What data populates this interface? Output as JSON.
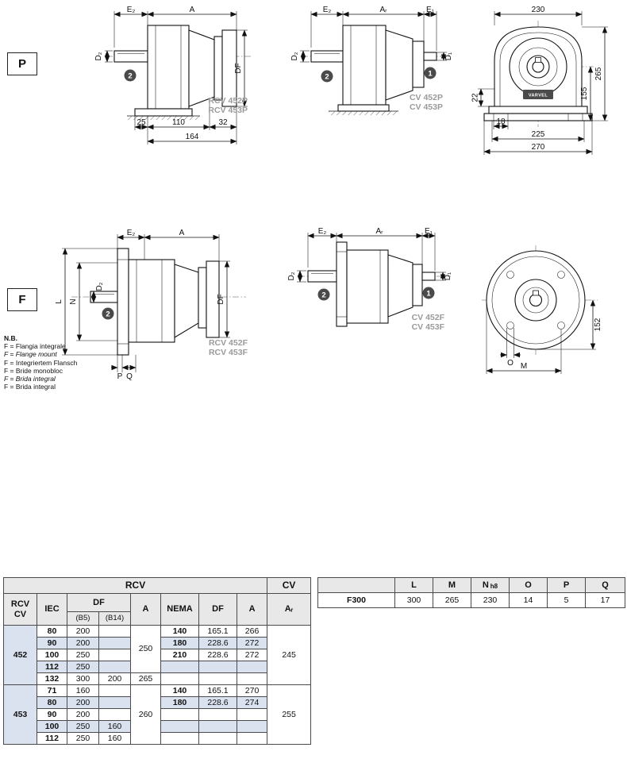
{
  "sections": {
    "p": {
      "label": "P",
      "rcv_side": {
        "dim_e2": "E₂",
        "dim_a": "A",
        "dim_d2": "D₂",
        "dim_df": "DF",
        "badge_output": "2",
        "models": [
          "RCV 452P",
          "RCV 453P"
        ],
        "dim_25": "25",
        "dim_110": "110",
        "dim_32": "32",
        "dim_164": "164"
      },
      "cv_side": {
        "dim_e2": "E₂",
        "dim_ar": "Aᵣ",
        "dim_e1": "E₁",
        "dim_d2": "D₂",
        "dim_d1": "D₁",
        "badge_output": "2",
        "badge_input": "1",
        "models": [
          "CV 452P",
          "CV 453P"
        ]
      },
      "front": {
        "dim_width": "230",
        "dim_height": "265",
        "dim_axis_height": "155",
        "dim_foot": "22",
        "dim_slot": "18",
        "dim_bolt_spacing": "225",
        "dim_base_width": "270",
        "logo": "VARVEL"
      }
    },
    "f": {
      "label": "F",
      "rcv_side": {
        "dim_e2": "E₂",
        "dim_a": "A",
        "dim_l": "L",
        "dim_n": "N",
        "dim_d2": "D₂",
        "dim_df": "DF",
        "dim_p": "P",
        "dim_q": "Q",
        "badge_output": "2",
        "models": [
          "RCV 452F",
          "RCV 453F"
        ]
      },
      "cv_side": {
        "dim_e2": "E₂",
        "dim_ar": "Aᵣ",
        "dim_e1": "E₁",
        "dim_d2": "D₂",
        "dim_d1": "D₁",
        "badge_output": "2",
        "badge_input": "1",
        "models": [
          "CV 452F",
          "CV 453F"
        ]
      },
      "front": {
        "dim_height": "152",
        "dim_o": "O",
        "dim_m": "M"
      },
      "notes": {
        "title": "N.B.",
        "lines": [
          "F = Flangia integrale",
          "F = Flange mount",
          "F = Integriertem Flansch",
          "F = Bride monobloc",
          "F = Brida integral",
          "F = Brida integral"
        ]
      }
    }
  },
  "main_table": {
    "headers": {
      "rcv": "RCV",
      "cv": "CV",
      "rcv_cv_line1": "RCV",
      "rcv_cv_line2": "CV",
      "iec": "IEC",
      "df": "DF",
      "b5": "(B5)",
      "b14": "(B14)",
      "a": "A",
      "nema": "NEMA",
      "nema_df": "DF",
      "nema_a": "A",
      "ar": "Aᵣ"
    },
    "groups": [
      {
        "name": "452",
        "a_shared": "250",
        "a_132": "265",
        "ar": "245",
        "rows": [
          {
            "iec": "80",
            "b5": "200",
            "b14": "",
            "nema": "140",
            "nema_df": "165.1",
            "nema_a": "266"
          },
          {
            "iec": "90",
            "b5": "200",
            "b14": "",
            "nema": "180",
            "nema_df": "228.6",
            "nema_a": "272"
          },
          {
            "iec": "100",
            "b5": "250",
            "b14": "",
            "nema": "210",
            "nema_df": "228.6",
            "nema_a": "272"
          },
          {
            "iec": "112",
            "b5": "250",
            "b14": "",
            "nema": "",
            "nema_df": "",
            "nema_a": ""
          },
          {
            "iec": "132",
            "b5": "300",
            "b14": "200",
            "nema": "",
            "nema_df": "",
            "nema_a": ""
          }
        ]
      },
      {
        "name": "453",
        "a_shared": "260",
        "ar": "255",
        "rows": [
          {
            "iec": "71",
            "b5": "160",
            "b14": "",
            "nema": "140",
            "nema_df": "165.1",
            "nema_a": "270"
          },
          {
            "iec": "80",
            "b5": "200",
            "b14": "",
            "nema": "180",
            "nema_df": "228.6",
            "nema_a": "274"
          },
          {
            "iec": "90",
            "b5": "200",
            "b14": "",
            "nema": "",
            "nema_df": "",
            "nema_a": ""
          },
          {
            "iec": "100",
            "b5": "250",
            "b14": "160",
            "nema": "",
            "nema_df": "",
            "nema_a": ""
          },
          {
            "iec": "112",
            "b5": "250",
            "b14": "160",
            "nema": "",
            "nema_df": "",
            "nema_a": ""
          }
        ]
      }
    ]
  },
  "flange_table": {
    "headers": {
      "l": "L",
      "m": "M",
      "n": "N",
      "n_tol": "h8",
      "o": "O",
      "p": "P",
      "q": "Q"
    },
    "row": {
      "name": "F300",
      "l": "300",
      "m": "265",
      "n": "230",
      "o": "14",
      "p": "5",
      "q": "17"
    }
  }
}
